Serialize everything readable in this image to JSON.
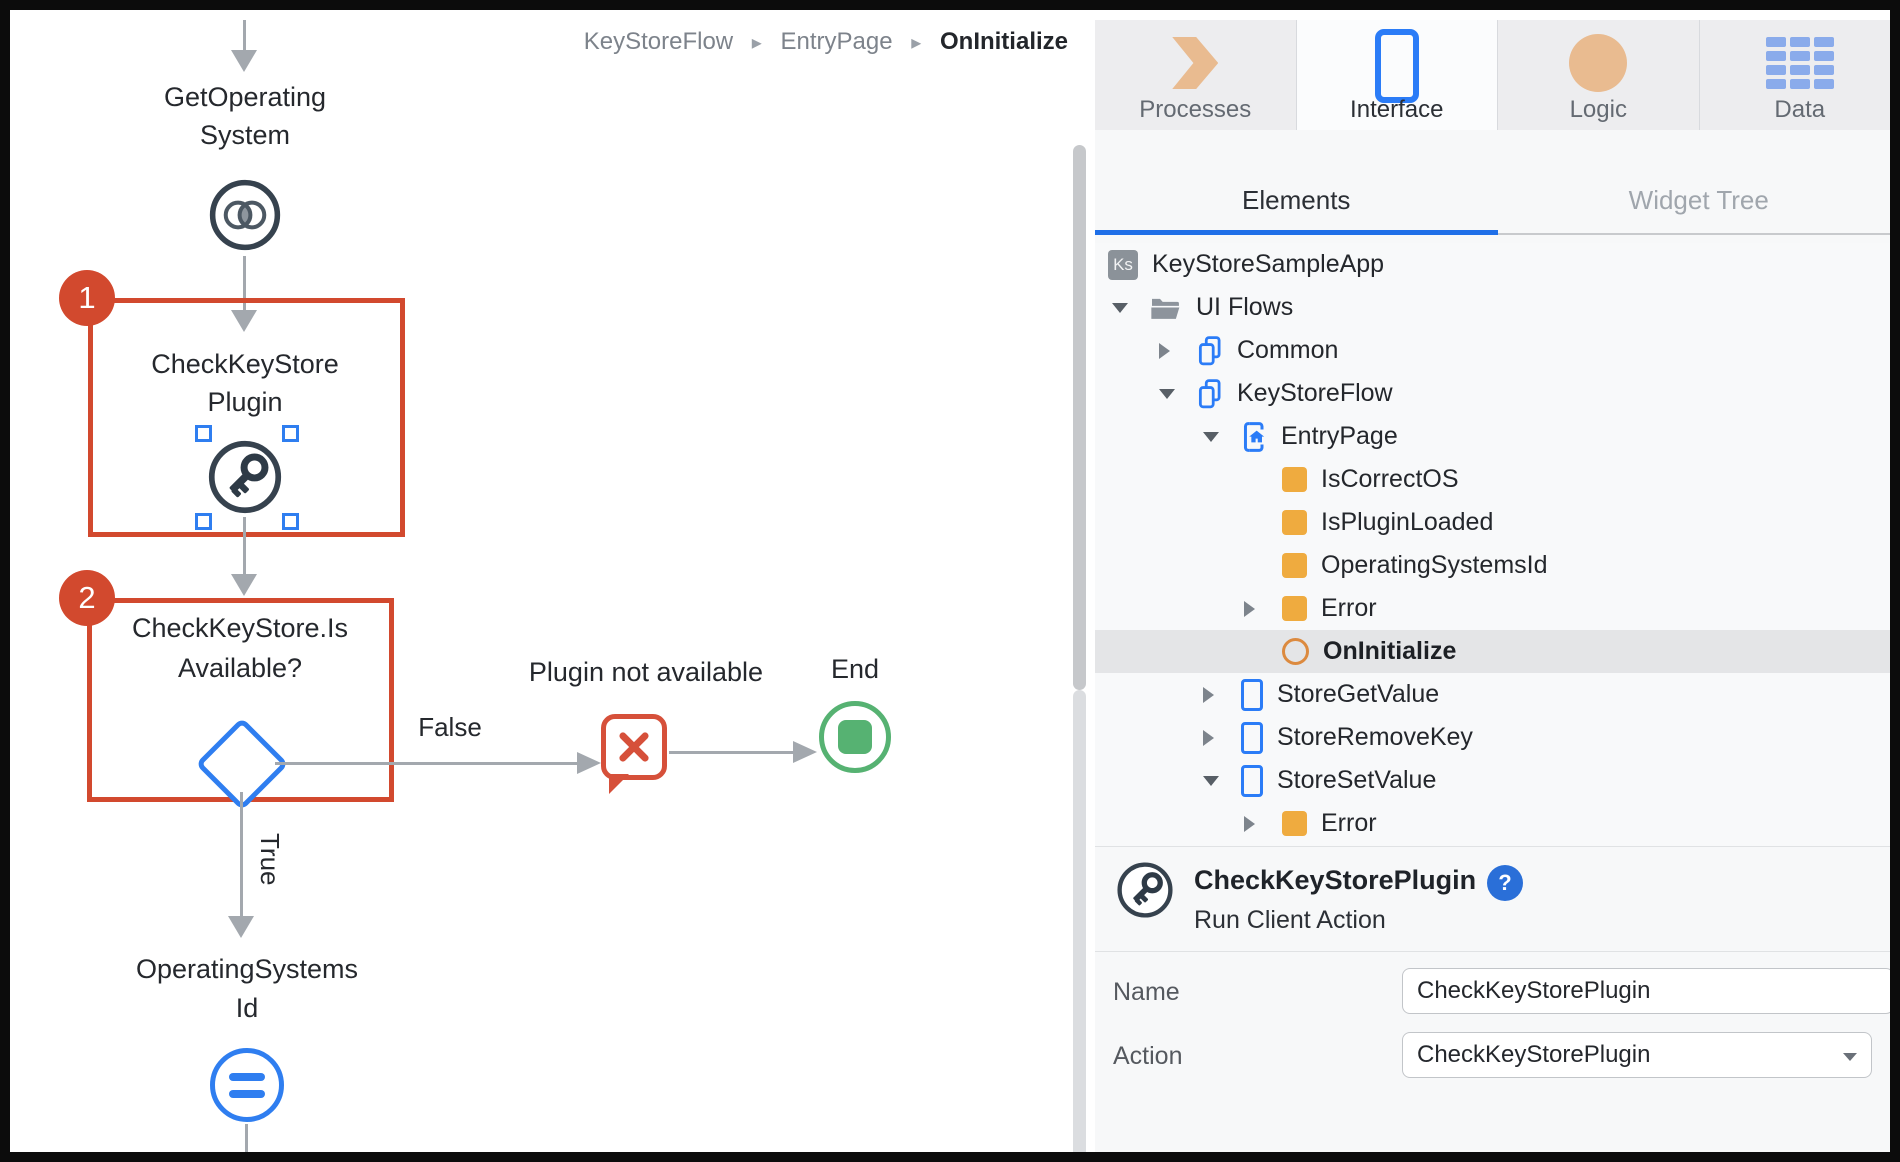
{
  "breadcrumb": {
    "separator": "▸",
    "items": [
      {
        "label": "KeyStoreFlow"
      },
      {
        "label": "EntryPage"
      },
      {
        "label": "OnInitialize"
      }
    ]
  },
  "flow": {
    "nodes": {
      "getOperatingSystem": {
        "line1": "GetOperating",
        "line2": "System"
      },
      "checkKeyStorePlugin": {
        "line1": "CheckKeyStore",
        "line2": "Plugin"
      },
      "checkKeyStoreIsAvailable": {
        "line1": "CheckKeyStore.Is",
        "line2": "Available?"
      },
      "pluginNotAvailable": {
        "label": "Plugin not available"
      },
      "end": {
        "label": "End"
      },
      "operatingSystemsId": {
        "line1": "OperatingSystems",
        "line2": "Id"
      }
    },
    "annotations": {
      "badge1": "1",
      "badge2": "2"
    },
    "edges": {
      "falseLabel": "False",
      "trueLabel": "True"
    }
  },
  "topTabs": [
    {
      "label": "Processes"
    },
    {
      "label": "Interface"
    },
    {
      "label": "Logic"
    },
    {
      "label": "Data"
    }
  ],
  "panelTabs": [
    {
      "label": "Elements"
    },
    {
      "label": "Widget Tree"
    }
  ],
  "tree": {
    "items": [
      {
        "label": "KeyStoreSampleApp",
        "badge": "Ks"
      },
      {
        "label": "UI Flows"
      },
      {
        "label": "Common"
      },
      {
        "label": "KeyStoreFlow"
      },
      {
        "label": "EntryPage"
      },
      {
        "label": "IsCorrectOS"
      },
      {
        "label": "IsPluginLoaded"
      },
      {
        "label": "OperatingSystemsId"
      },
      {
        "label": "Error"
      },
      {
        "label": "OnInitialize"
      },
      {
        "label": "StoreGetValue"
      },
      {
        "label": "StoreRemoveKey"
      },
      {
        "label": "StoreSetValue"
      },
      {
        "label": "Error"
      }
    ]
  },
  "properties": {
    "title": "CheckKeyStorePlugin",
    "subtitle": "Run Client Action",
    "help": "?",
    "fields": [
      {
        "label": "Name",
        "value": "CheckKeyStorePlugin"
      },
      {
        "label": "Action",
        "value": "CheckKeyStorePlugin"
      }
    ]
  },
  "colors": {
    "selectionRed": "#d2492e",
    "messageRed": "#d6503a",
    "accentBlue": "#2f7ef0",
    "iconBlue": "#2b7cf7",
    "treeOrange": "#efab3f",
    "endGreen": "#56b272",
    "tabTan": "#e9bb90"
  }
}
